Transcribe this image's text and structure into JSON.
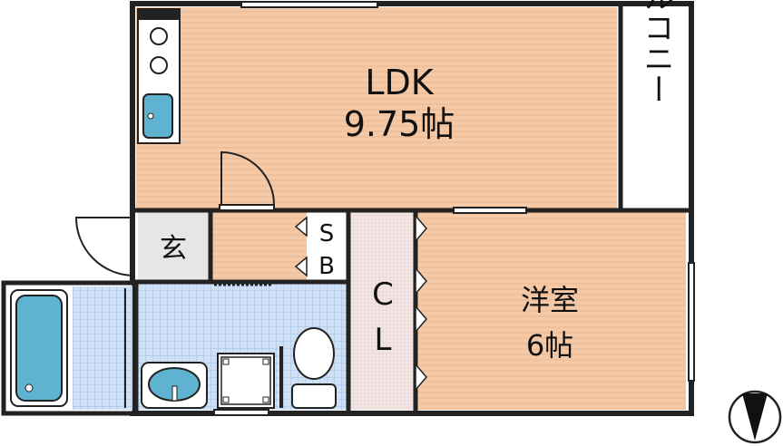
{
  "rooms": {
    "ldk": {
      "name": "LDK",
      "size": "9.75帖"
    },
    "western": {
      "name": "洋室",
      "size": "6帖"
    },
    "entrance": {
      "name": "玄"
    },
    "balcony": {
      "name": "バルコニー"
    },
    "closet": {
      "line1": "C",
      "line2": "L"
    },
    "storage": {
      "line1": "S",
      "line2": "B"
    }
  },
  "colors": {
    "room_floor": "#f5c9a6",
    "room_stripe": "#e9b892",
    "bath_tile": "#cfe0f5",
    "closet": "#f3e4e4",
    "fixture_blue": "#5fb3d1",
    "balcony": "#e8e8e8",
    "wall": "#222222"
  },
  "icons": [
    "compass-icon",
    "stove-icon",
    "sink-icon",
    "bathtub-icon",
    "toilet-icon",
    "washbasin-icon",
    "washer-icon"
  ]
}
